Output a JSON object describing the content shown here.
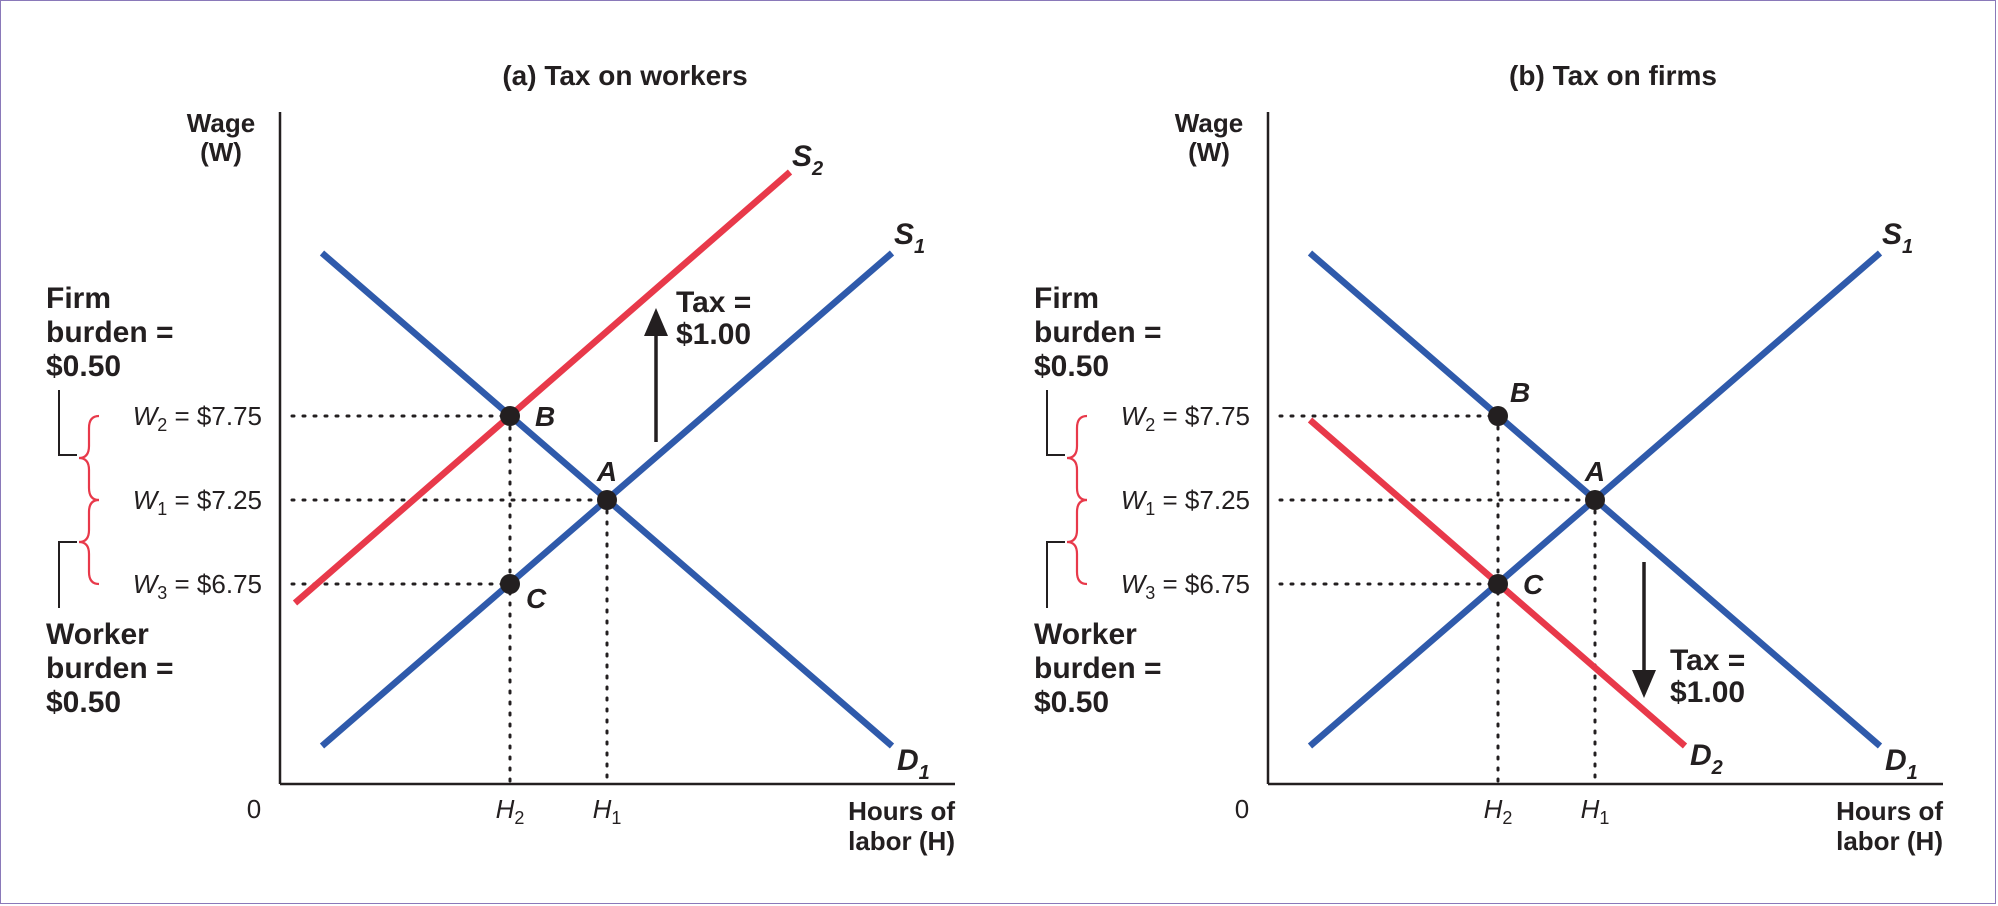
{
  "chart_data": [
    {
      "type": "line",
      "title": "(a) Tax on workers",
      "ylabel_line1": "Wage",
      "ylabel_line2": "(W)",
      "xlabel_line1": "Hours of",
      "xlabel_line2": "labor (H)",
      "origin": "0",
      "wage_ticks": [
        {
          "label": "W",
          "sub": "2",
          "text": " = $7.75",
          "value": 7.75
        },
        {
          "label": "W",
          "sub": "1",
          "text": " = $7.25",
          "value": 7.25
        },
        {
          "label": "W",
          "sub": "3",
          "text": " = $6.75",
          "value": 6.75
        }
      ],
      "hour_ticks": [
        {
          "label": "H",
          "sub": "2"
        },
        {
          "label": "H",
          "sub": "1"
        }
      ],
      "curves": [
        {
          "name": "S",
          "sub": "2",
          "color": "#e8394a"
        },
        {
          "name": "S",
          "sub": "1",
          "color": "#2f5aab"
        },
        {
          "name": "D",
          "sub": "1",
          "color": "#2f5aab"
        }
      ],
      "points": [
        {
          "label": "A",
          "wage": 7.25
        },
        {
          "label": "B",
          "wage": 7.75
        },
        {
          "label": "C",
          "wage": 6.75
        }
      ],
      "firm_burden": [
        "Firm",
        "burden =",
        "$0.50"
      ],
      "worker_burden": [
        "Worker",
        "burden =",
        "$0.50"
      ],
      "tax_note": [
        "Tax =",
        "$1.00"
      ],
      "tax_direction": "up"
    },
    {
      "type": "line",
      "title": "(b) Tax on firms",
      "ylabel_line1": "Wage",
      "ylabel_line2": "(W)",
      "xlabel_line1": "Hours of",
      "xlabel_line2": "labor (H)",
      "origin": "0",
      "wage_ticks": [
        {
          "label": "W",
          "sub": "2",
          "text": " = $7.75",
          "value": 7.75
        },
        {
          "label": "W",
          "sub": "1",
          "text": " = $7.25",
          "value": 7.25
        },
        {
          "label": "W",
          "sub": "3",
          "text": " = $6.75",
          "value": 6.75
        }
      ],
      "hour_ticks": [
        {
          "label": "H",
          "sub": "2"
        },
        {
          "label": "H",
          "sub": "1"
        }
      ],
      "curves": [
        {
          "name": "S",
          "sub": "1",
          "color": "#2f5aab"
        },
        {
          "name": "D",
          "sub": "1",
          "color": "#2f5aab"
        },
        {
          "name": "D",
          "sub": "2",
          "color": "#e8394a"
        }
      ],
      "points": [
        {
          "label": "A",
          "wage": 7.25
        },
        {
          "label": "B",
          "wage": 7.75
        },
        {
          "label": "C",
          "wage": 6.75
        }
      ],
      "firm_burden": [
        "Firm",
        "burden =",
        "$0.50"
      ],
      "worker_burden": [
        "Worker",
        "burden =",
        "$0.50"
      ],
      "tax_note": [
        "Tax =",
        "$1.00"
      ],
      "tax_direction": "down"
    }
  ],
  "colors": {
    "supply_demand": "#2f5aab",
    "shifted_curve": "#e8394a",
    "brace": "#e8394a",
    "text": "#231f20",
    "frame": "#8a79b9"
  }
}
